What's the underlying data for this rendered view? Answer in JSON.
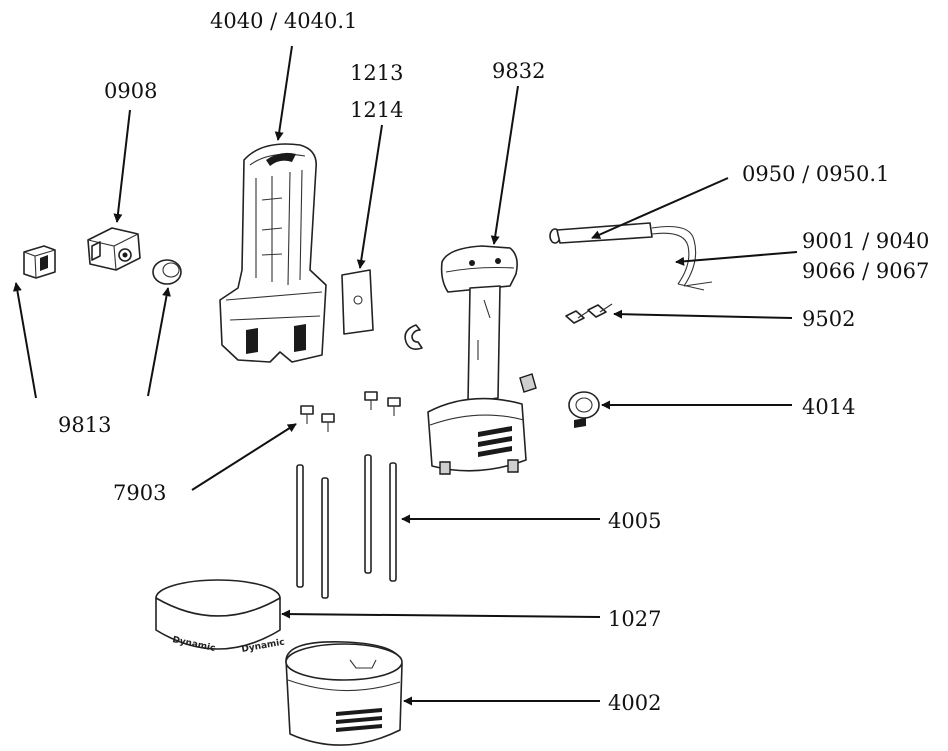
{
  "callouts": {
    "c4040": "4040 / 4040.1",
    "c0908": "0908",
    "c1213": "1213",
    "c1214": "1214",
    "c9832": "9832",
    "c0950": "0950 / 0950.1",
    "c9001": "9001 / 9040",
    "c9066": "9066 / 9067",
    "c9502": "9502",
    "c4014": "4014",
    "c9813": "9813",
    "c7903": "7903",
    "c4005": "4005",
    "c1027": "1027",
    "c4002": "4002"
  },
  "ring_print": "Dynamic",
  "colors": {
    "line": "#111111",
    "part_fill": "#ffffff",
    "shade": "#1a1a1a"
  }
}
